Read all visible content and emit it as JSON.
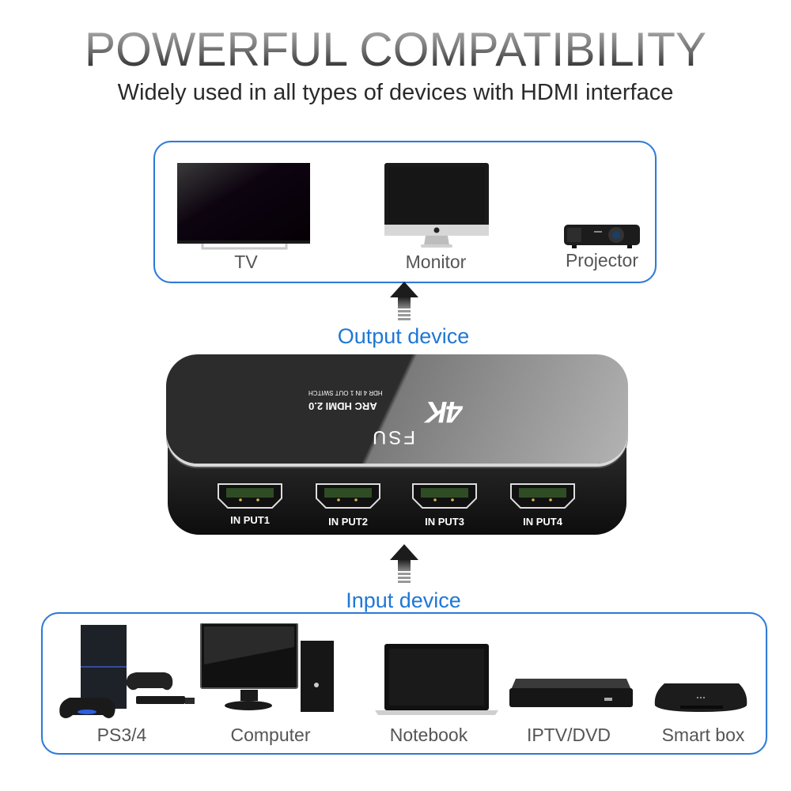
{
  "header": {
    "title": "POWERFUL COMPATIBILITY",
    "subtitle": "Widely used in all types of devices with HDMI interface"
  },
  "output": {
    "label": "Output device",
    "devices": [
      {
        "name": "TV",
        "icon": "tv-icon"
      },
      {
        "name": "Monitor",
        "icon": "monitor-icon"
      },
      {
        "name": "Projector",
        "icon": "projector-icon"
      }
    ]
  },
  "switch": {
    "brand": "FSU",
    "badge": "4K",
    "line1": "ARC HDMI 2.0",
    "line2": "HDR  4 IN 1 OUT SWITCH",
    "ports": [
      {
        "label": "IN PUT1"
      },
      {
        "label": "IN PUT2"
      },
      {
        "label": "IN PUT3"
      },
      {
        "label": "IN PUT4"
      }
    ]
  },
  "input": {
    "label": "Input device",
    "devices": [
      {
        "name": "PS3/4",
        "icon": "game-console-icon"
      },
      {
        "name": "Computer",
        "icon": "desktop-computer-icon"
      },
      {
        "name": "Notebook",
        "icon": "laptop-icon"
      },
      {
        "name": "IPTV/DVD",
        "icon": "dvd-player-icon"
      },
      {
        "name": "Smart box",
        "icon": "smart-box-icon"
      }
    ]
  },
  "colors": {
    "accent_blue": "#1f77d6",
    "panel_border": "#2e7ad6"
  }
}
